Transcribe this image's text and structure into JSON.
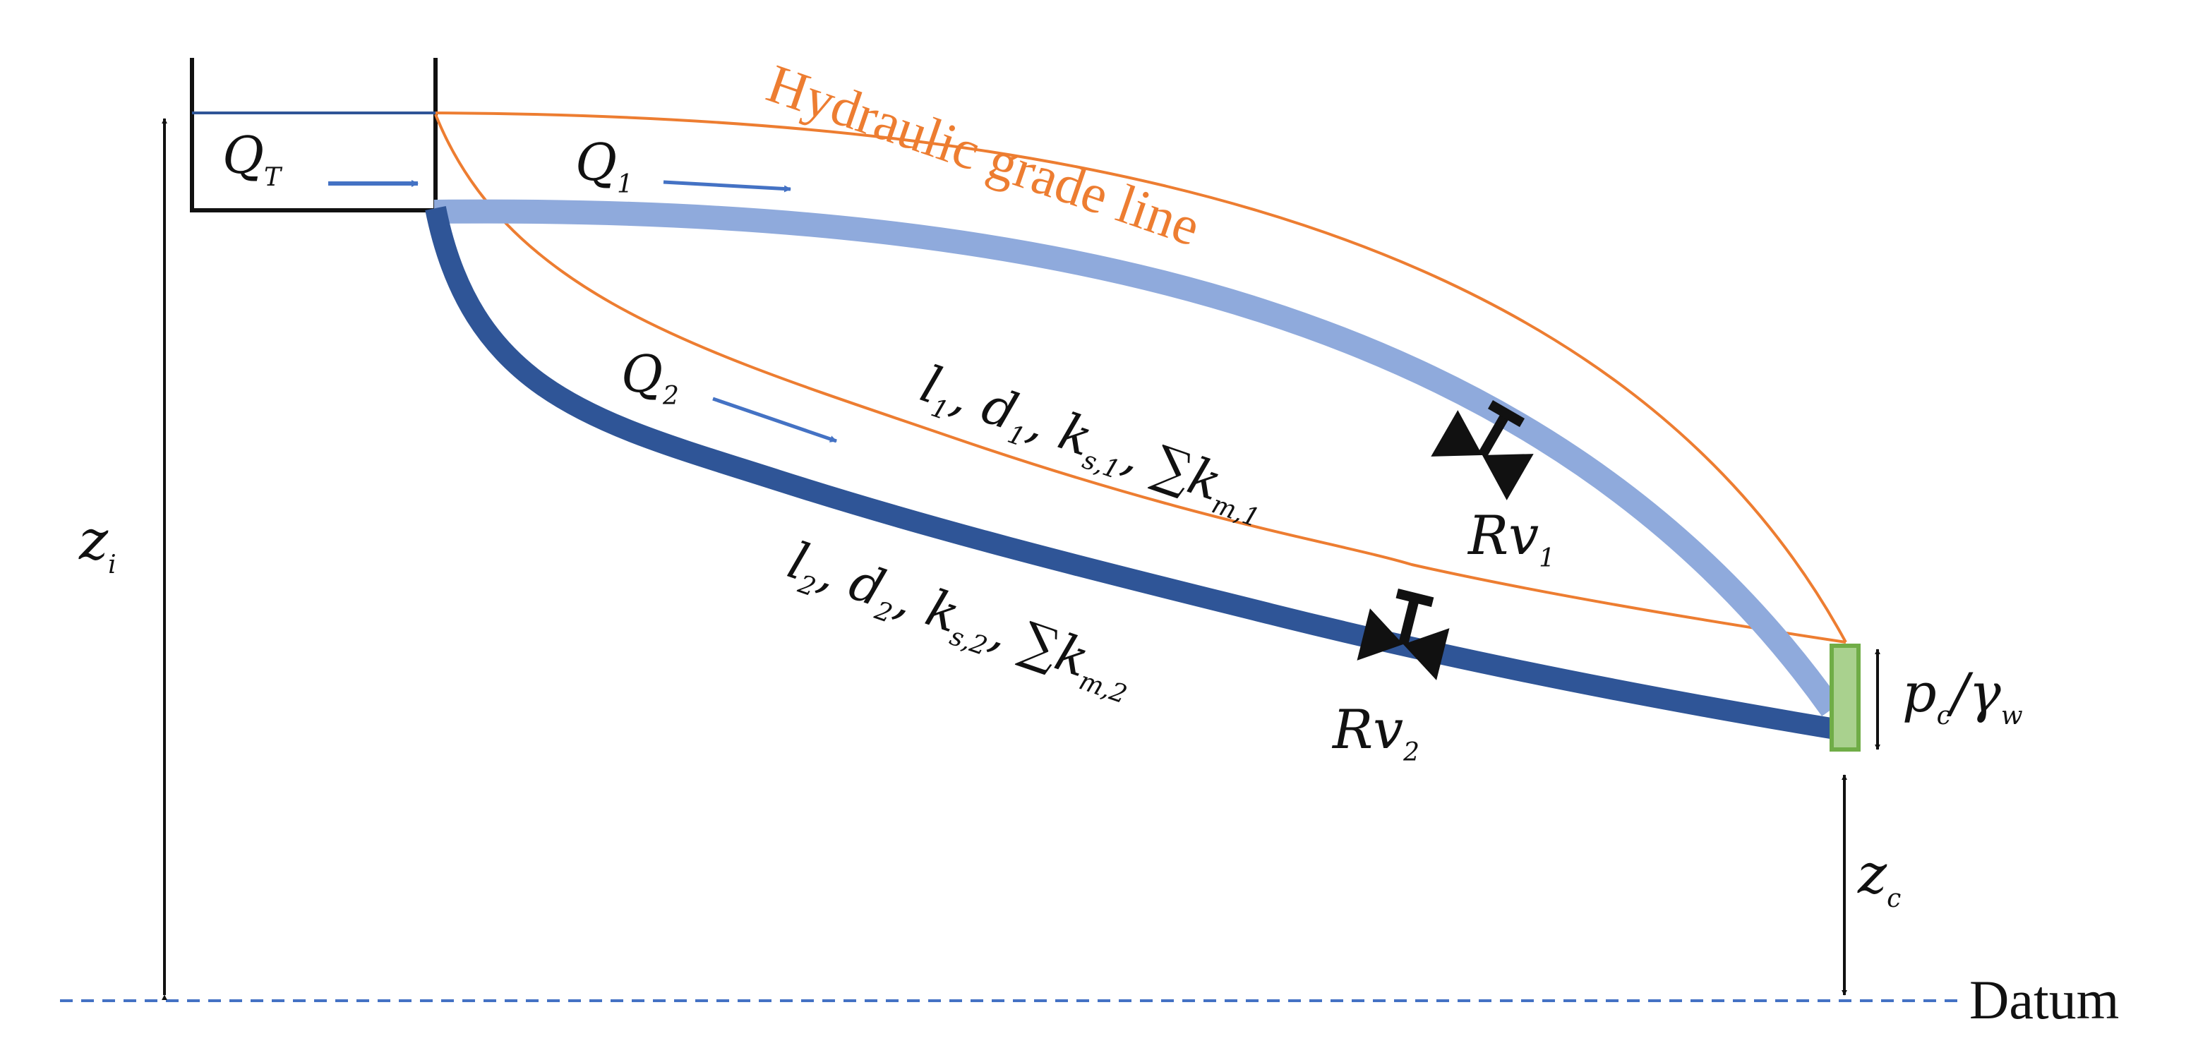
{
  "diagram": {
    "hgl_label": "Hydraulic grade line",
    "datum_label": "Datum",
    "flows": {
      "total": {
        "symbol": "Q",
        "subscript": "T"
      },
      "pipe1": {
        "symbol": "Q",
        "subscript": "1"
      },
      "pipe2": {
        "symbol": "Q",
        "subscript": "2"
      }
    },
    "pipe1_params": {
      "l": "l",
      "l_sub": "1",
      "d": "d",
      "d_sub": "1",
      "k": "k",
      "ks_sub": "s,1",
      "sum": "∑k",
      "km_sub": "m,1"
    },
    "pipe2_params": {
      "l": "l",
      "l_sub": "2",
      "d": "d",
      "d_sub": "2",
      "k": "k",
      "ks_sub": "s,2",
      "sum": "∑k",
      "km_sub": "m,2"
    },
    "valve1": {
      "symbol": "Rv",
      "subscript": "1"
    },
    "valve2": {
      "symbol": "Rv",
      "subscript": "2"
    },
    "elevation_in": {
      "symbol": "z",
      "subscript": "i"
    },
    "elevation_out": {
      "symbol": "z",
      "subscript": "c"
    },
    "pressure_head": {
      "symbol": "p",
      "sub1": "c",
      "slash": "/γ",
      "sub2": "w"
    },
    "colors": {
      "hgl": "#ED7D31",
      "pipe1": "#8FAADC",
      "pipe2": "#2F5597",
      "flow_arrow": "#4472C4",
      "datum": "#4472C4",
      "water_surface": "#2F5597",
      "outlet": "#A9D18E",
      "outlet_border": "#70AD47",
      "ink": "#111111"
    }
  }
}
